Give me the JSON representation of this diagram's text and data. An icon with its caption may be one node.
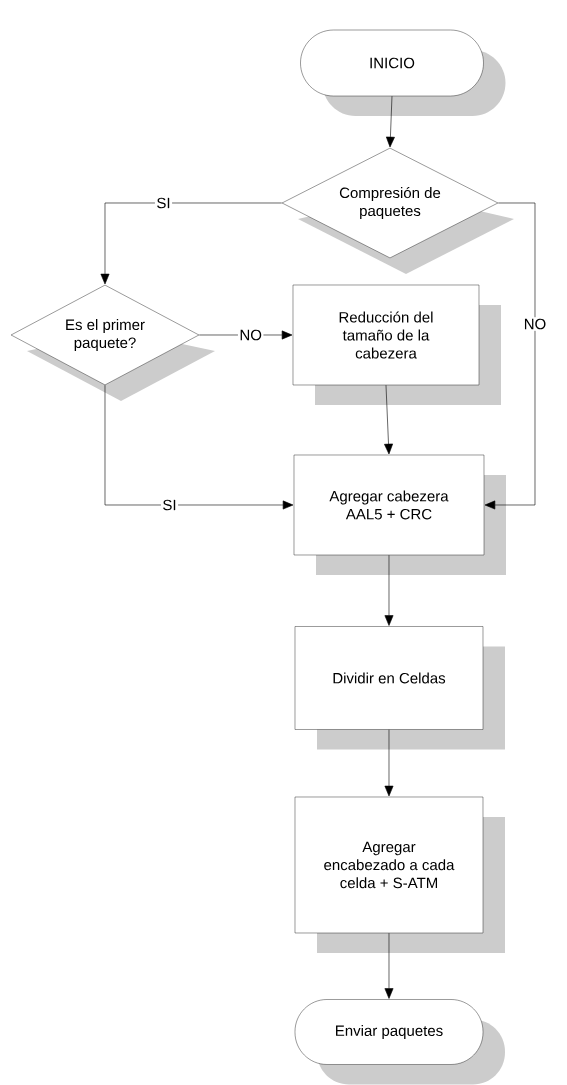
{
  "diagram": {
    "nodes": [
      {
        "text": [
          "INICIO"
        ]
      },
      {
        "text": [
          "Compresión de paquetes"
        ]
      },
      {
        "text": [
          "Es el primer paquete?"
        ]
      },
      {
        "text": [
          "Reducción del tamaño de la cabezera"
        ]
      },
      {
        "text": [
          "Agregar cabezera AAL5 + CRC"
        ]
      },
      {
        "text": [
          "Dividir en Celdas"
        ]
      },
      {
        "text": [
          "Agregar encabezado a cada celda + S-ATM"
        ]
      },
      {
        "text": [
          "Enviar paquetes"
        ]
      }
    ],
    "edges": [
      {
        "from": 0,
        "to": 1,
        "arrow": "to"
      },
      {
        "from": 1,
        "to": 2,
        "arrow": "to",
        "label": "SI"
      },
      {
        "from": 1,
        "to": 4,
        "arrow": "to",
        "label": "NO"
      },
      {
        "from": 2,
        "to": 3,
        "arrow": "to",
        "label": "NO"
      },
      {
        "from": 2,
        "to": 4,
        "arrow": "to",
        "label": "SI"
      },
      {
        "from": 3,
        "to": 4,
        "arrow": "to"
      },
      {
        "from": 4,
        "to": 5,
        "arrow": "to"
      },
      {
        "from": 5,
        "to": 6,
        "arrow": "to"
      },
      {
        "from": 6,
        "to": 7,
        "arrow": "to"
      }
    ]
  }
}
